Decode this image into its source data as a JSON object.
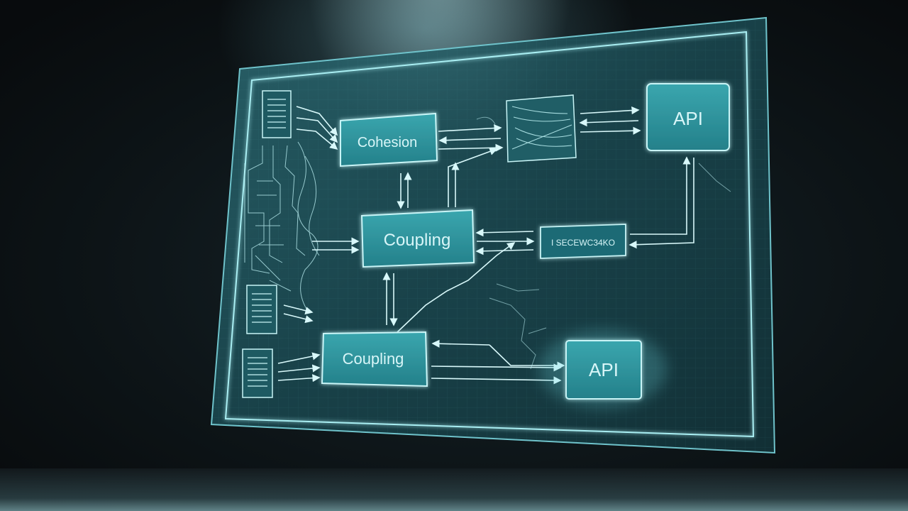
{
  "nodes": {
    "cohesion": "Cohesion",
    "coupling_top": "Coupling",
    "coupling_bottom": "Coupling",
    "api_top": "API",
    "api_bottom": "API",
    "middle_right": "I SECEWC34KO"
  },
  "icons": {
    "document": "document-icon",
    "chart": "chart-thumbnail-icon"
  },
  "colors": {
    "panel_glass": "#1d4a52",
    "box_fill": "#2a8e98",
    "line": "#bff3f6",
    "background": "#0c1114"
  }
}
